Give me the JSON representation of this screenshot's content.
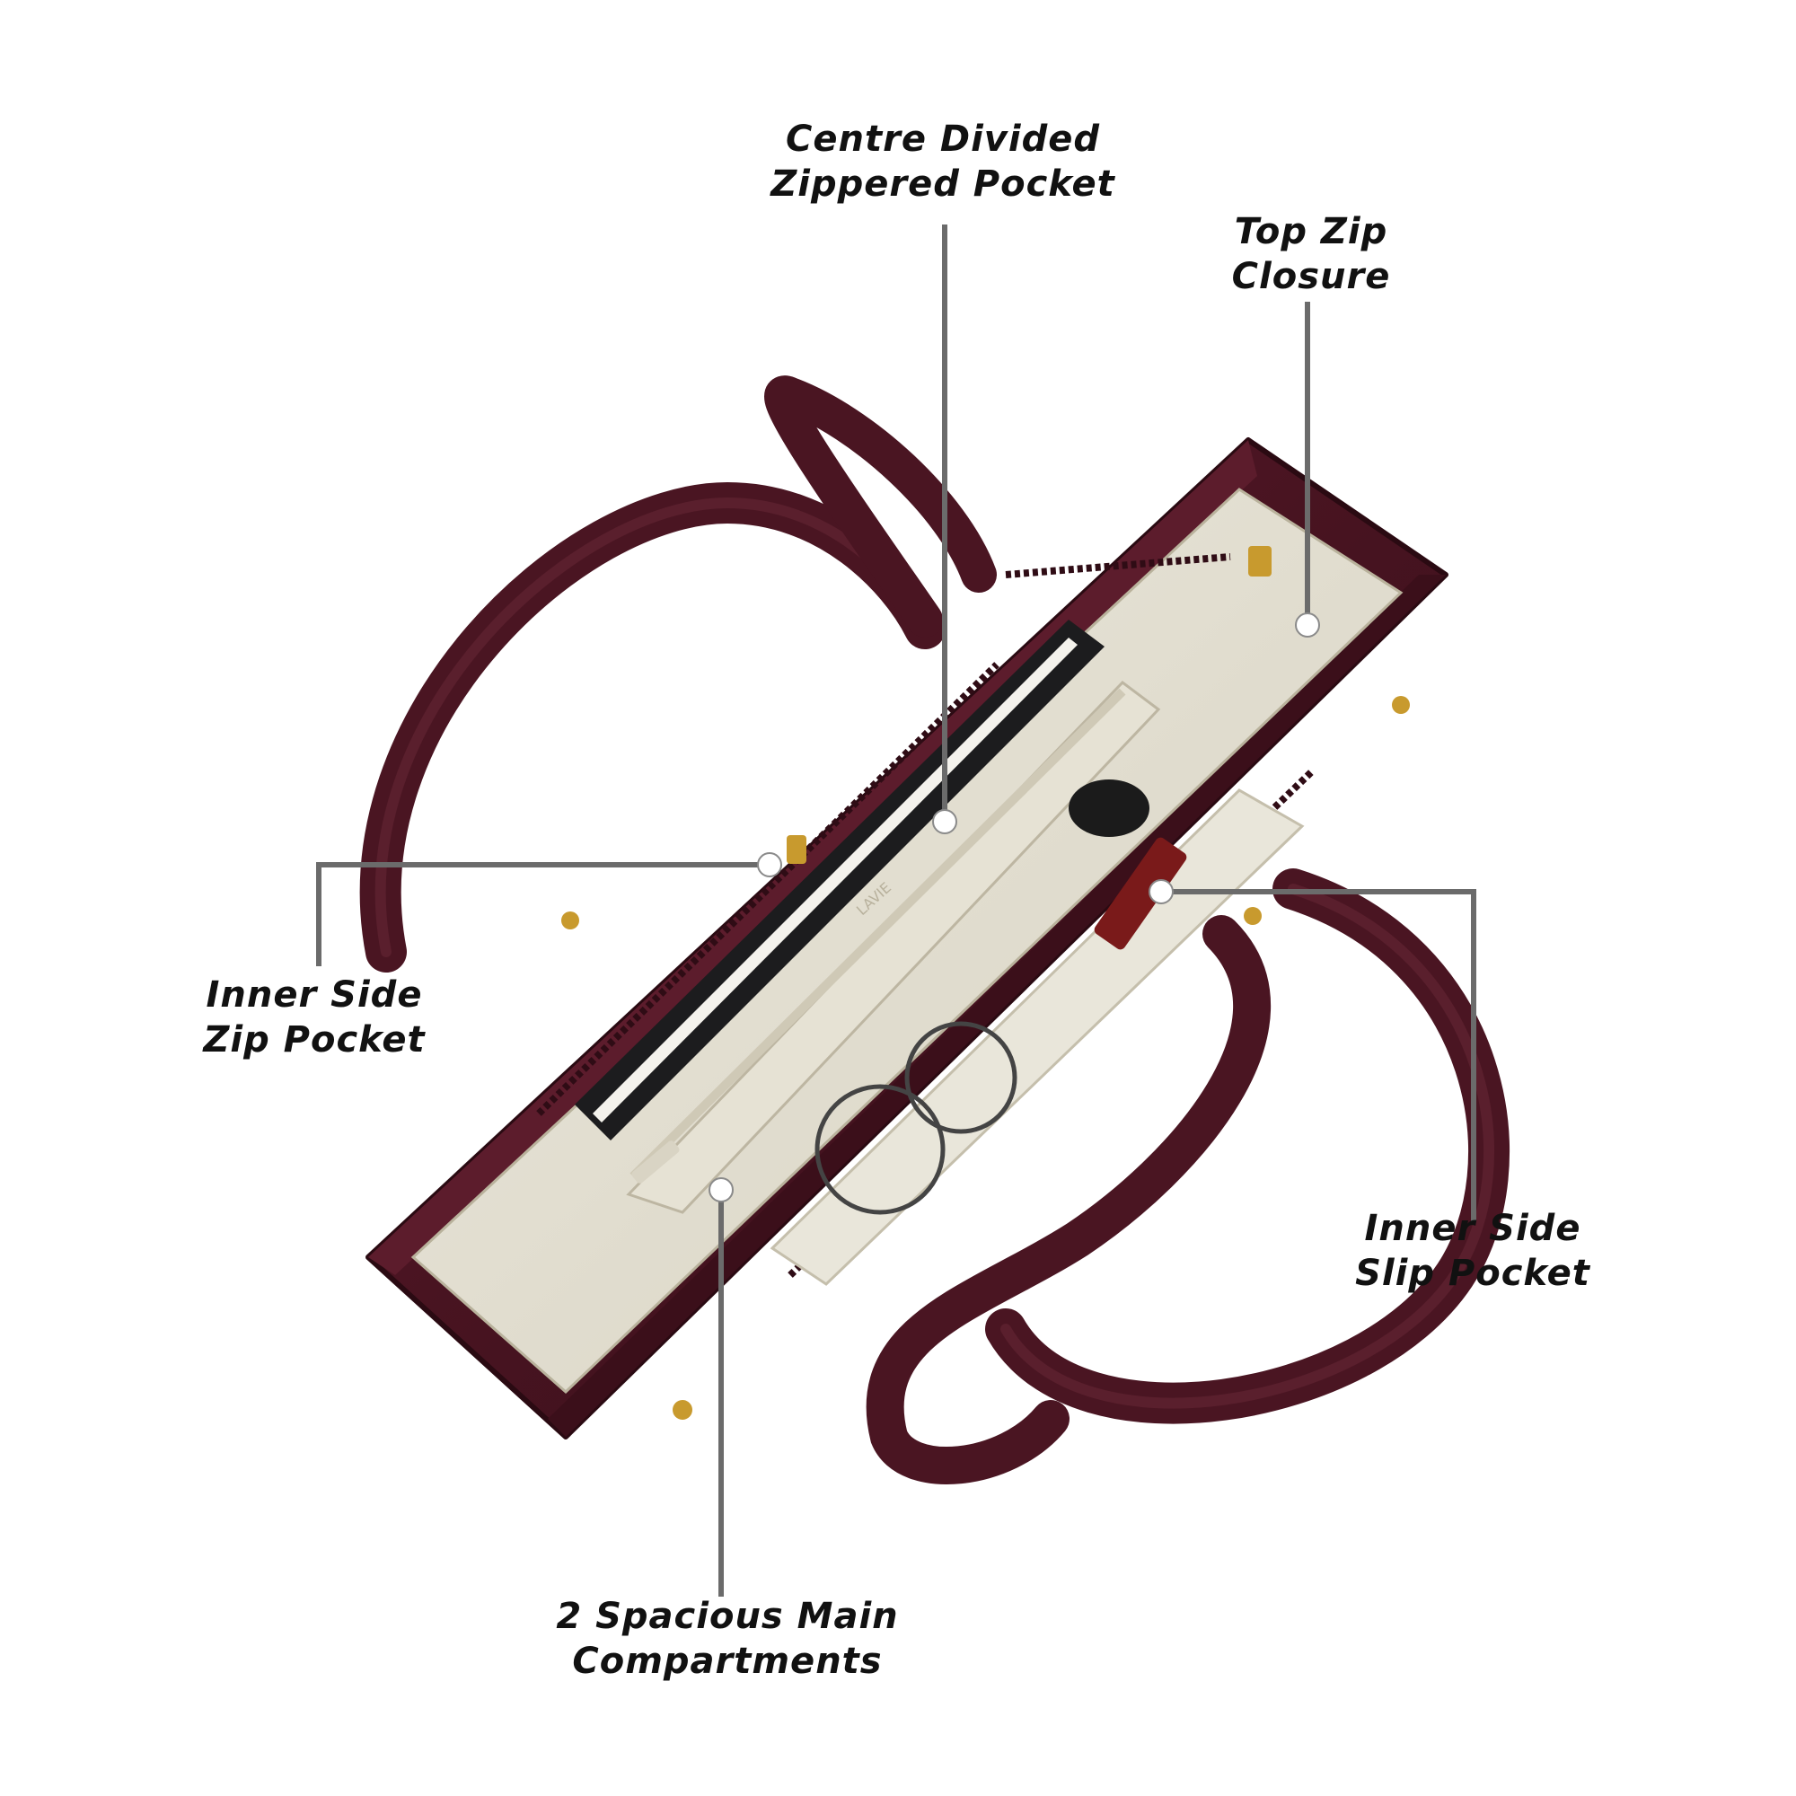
{
  "callouts": {
    "centre_pocket": {
      "line1": "Centre Divided",
      "line2": "Zippered Pocket"
    },
    "top_zip": {
      "line1": "Top Zip",
      "line2": "Closure"
    },
    "inner_zip": {
      "line1": "Inner Side",
      "line2": "Zip Pocket"
    },
    "inner_slip": {
      "line1": "Inner Side",
      "line2": "Slip Pocket"
    },
    "main_compartments": {
      "line1": "2 Spacious Main",
      "line2": "Compartments"
    }
  },
  "lining_brand_mark": "LAVIE",
  "colors": {
    "background": "#ffffff",
    "bag_leather": "#4a1522",
    "lining": "#e2ded0",
    "leader_line": "#6b6b6b",
    "marker_dot": "#ffffff",
    "hardware_gold": "#c89a2e",
    "label_text": "#111111"
  }
}
